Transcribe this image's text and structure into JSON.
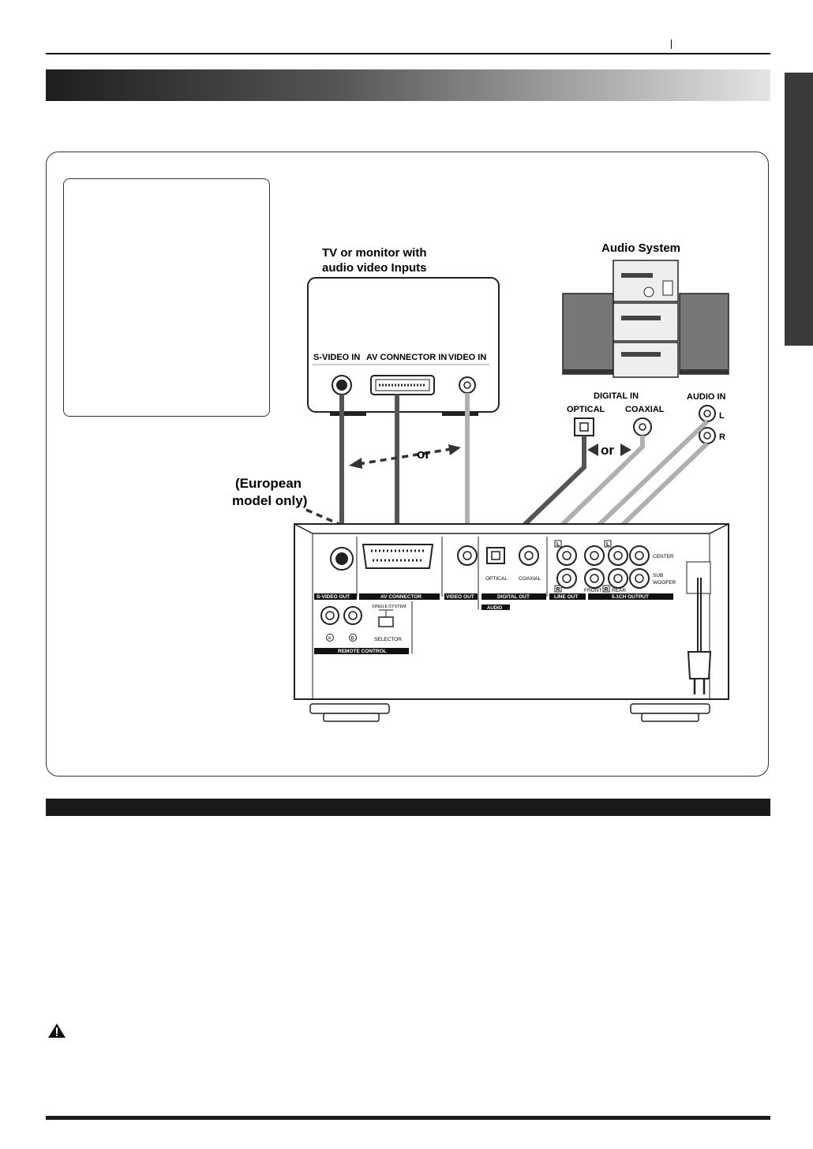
{
  "diagram": {
    "tv": {
      "title_line1": "TV or monitor with",
      "title_line2": "audio video Inputs",
      "svideo_in": "S-VIDEO IN",
      "av_connector_in": "AV CONNECTOR IN",
      "video_in": "VIDEO IN"
    },
    "audio_system": {
      "title": "Audio System",
      "digital_in": "DIGITAL IN",
      "optical": "OPTICAL",
      "coaxial": "COAXIAL",
      "audio_in": "AUDIO IN",
      "left": "L",
      "right": "R"
    },
    "or_label": "or",
    "european_line1": "(European",
    "european_line2": "model only)",
    "rear_panel": {
      "svideo_out": "S-VIDEO OUT",
      "av_connector": "AV CONNECTOR",
      "video_out": "VIDEO OUT",
      "optical": "OPTICAL",
      "coaxial": "COAXIAL",
      "digital_out": "DIGITAL OUT",
      "audio": "AUDIO",
      "line_out": "LINE OUT",
      "output_51ch": "5.1CH OUTPUT",
      "front": "FRONT",
      "rear": "REAR",
      "center": "CENTER",
      "sub": "SUB",
      "woofer": "WOOFER",
      "single": "SINGLE",
      "system": "SYSTEM",
      "selector": "SELECTOR",
      "remote_control": "REMOTE CONTROL",
      "a": "A",
      "b": "B",
      "l": "L",
      "r": "R"
    }
  },
  "colors": {
    "cable_dark": "#555555",
    "cable_light": "#b0b0b0",
    "outline": "#222222"
  }
}
